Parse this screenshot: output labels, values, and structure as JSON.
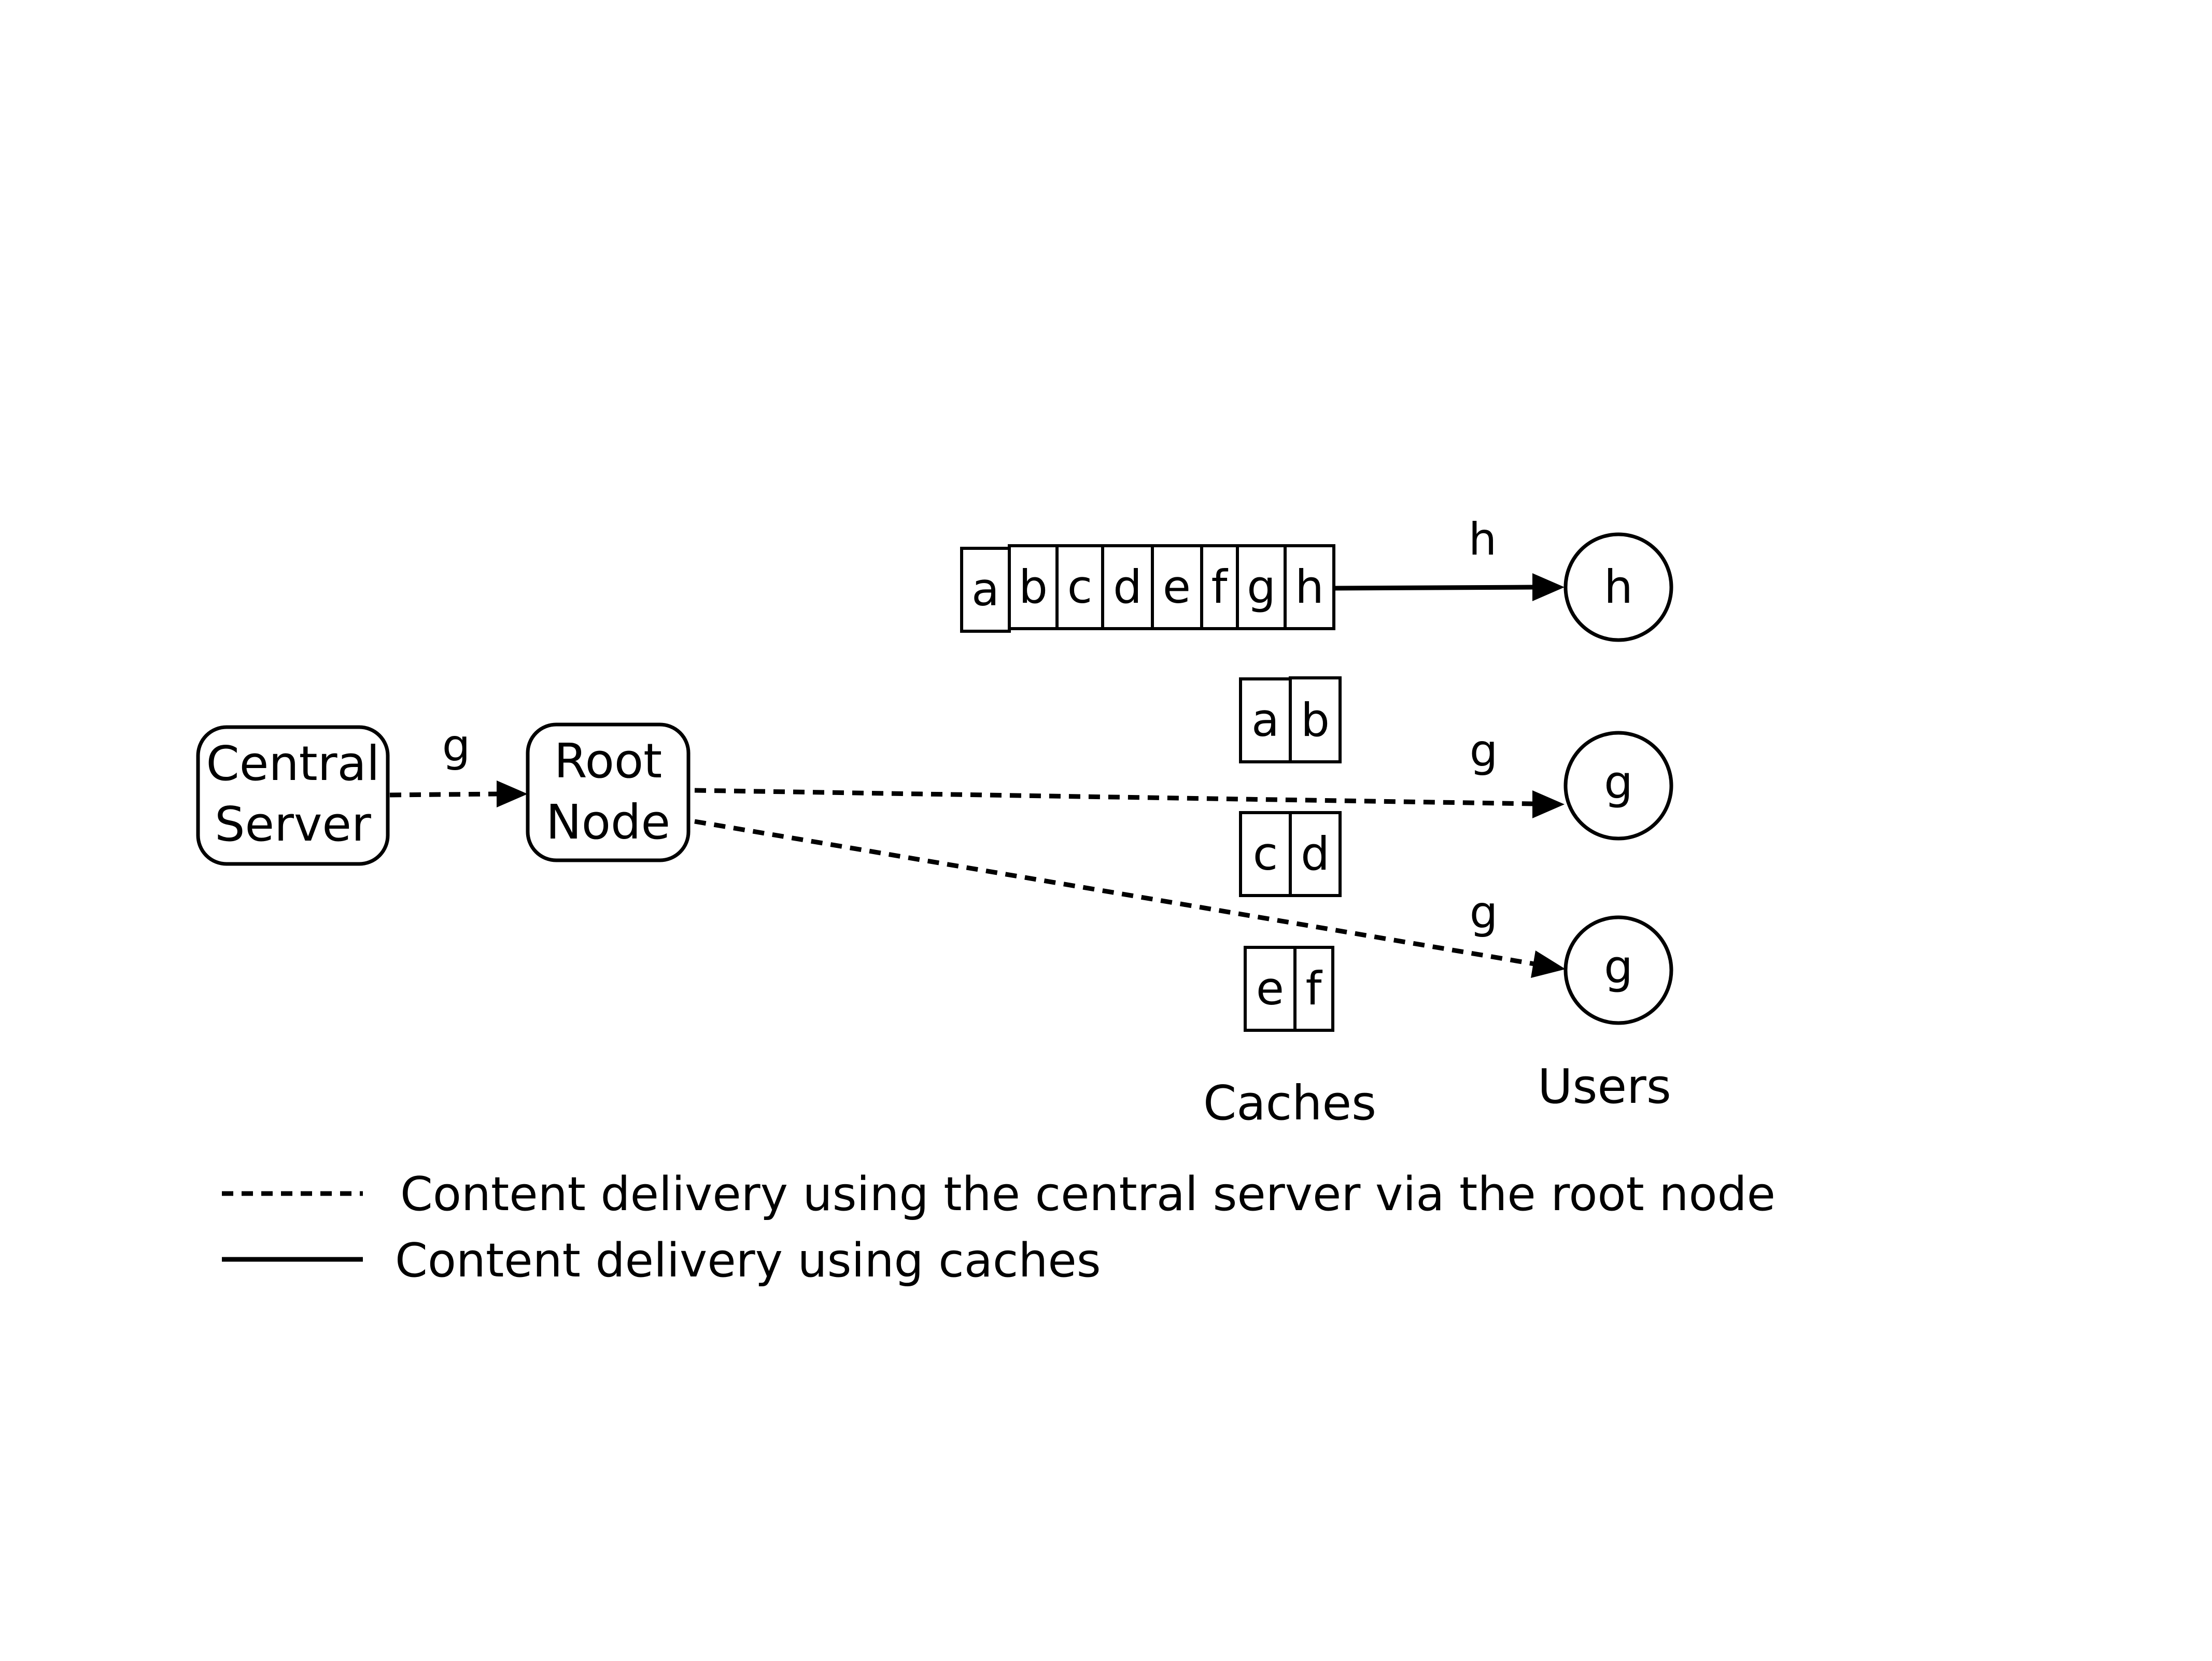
{
  "nodes": {
    "central_server": {
      "line1": "Central",
      "line2": "Server"
    },
    "root_node": {
      "line1": "Root",
      "line2": "Node"
    }
  },
  "caches": {
    "full": [
      "a",
      "b",
      "c",
      "d",
      "e",
      "f",
      "g",
      "h"
    ],
    "cache1": [
      "a",
      "b"
    ],
    "cache2": [
      "c",
      "d"
    ],
    "cache3": [
      "e",
      "f"
    ],
    "label": "Caches"
  },
  "users": {
    "user1": "h",
    "user2": "g",
    "user3": "g",
    "label": "Users"
  },
  "edges": {
    "server_to_root": "g",
    "cache_to_user1": "h",
    "root_to_user2": "g",
    "root_to_user3": "g"
  },
  "legend": {
    "dashed": "Content delivery using the central server via the root node",
    "solid": "Content delivery using caches"
  }
}
